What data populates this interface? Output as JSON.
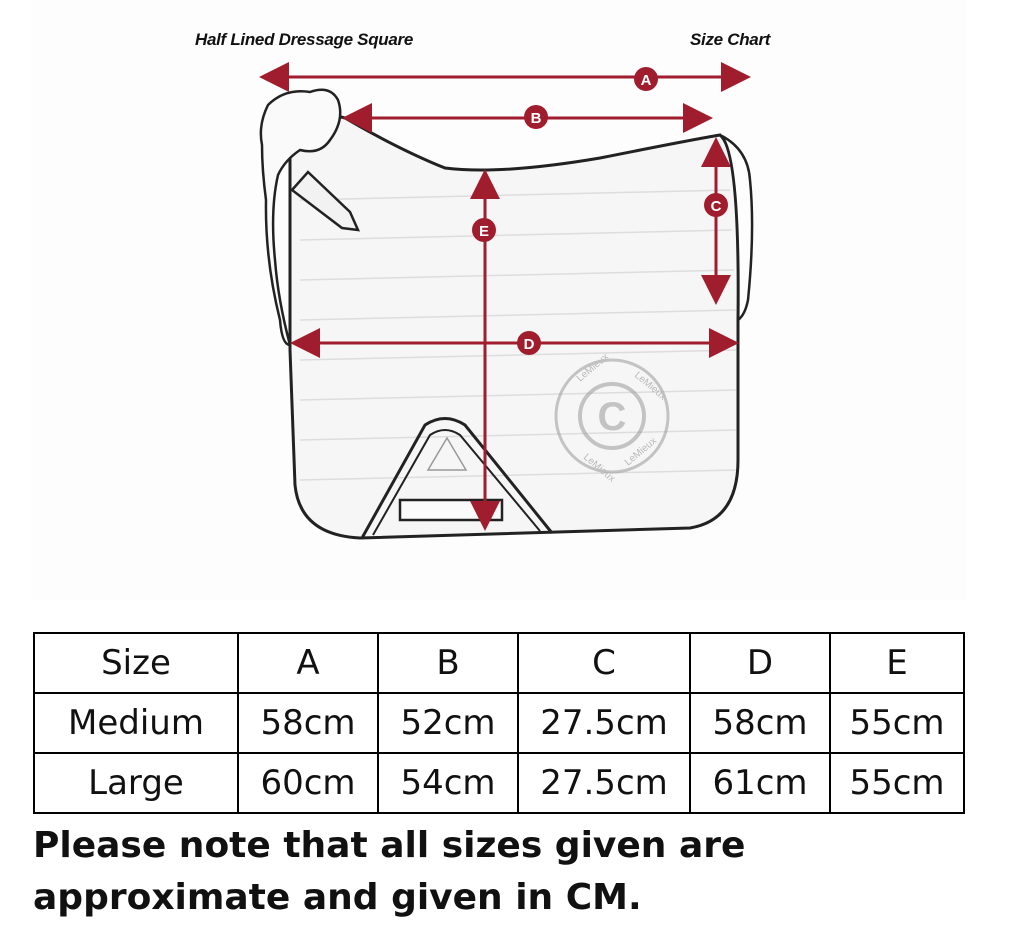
{
  "diagram": {
    "title": "Half Lined Dressage Square",
    "chart_label": "Size Chart",
    "markers": [
      "A",
      "B",
      "C",
      "D",
      "E"
    ],
    "logo_text": "LeMieux",
    "accent_color": "#a01d2e",
    "outline_color": "#222222"
  },
  "size_table": {
    "headers": [
      "Size",
      "A",
      "B",
      "C",
      "D",
      "E"
    ],
    "rows": [
      [
        "Medium",
        "58cm",
        "52cm",
        "27.5cm",
        "58cm",
        "55cm"
      ],
      [
        "Large",
        "60cm",
        "54cm",
        "27.5cm",
        "61cm",
        "55cm"
      ]
    ]
  },
  "note": {
    "line1": "Please note that all sizes given are",
    "line2": "approximate and given in CM."
  }
}
